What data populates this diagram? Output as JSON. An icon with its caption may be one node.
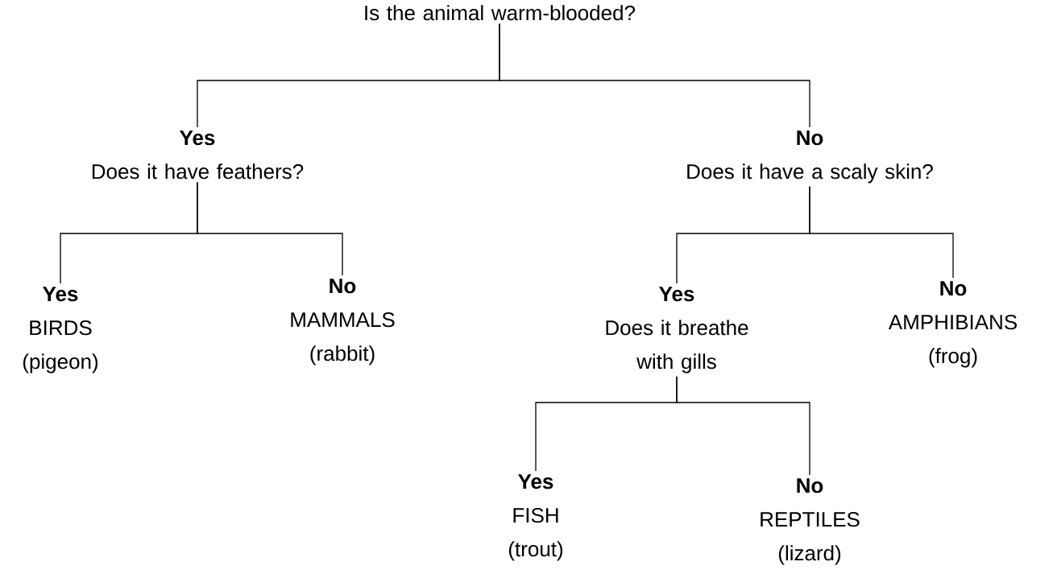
{
  "diagram": {
    "nodes": [
      {
        "text": [
          "Is the animal warm-blooded?"
        ]
      },
      {
        "text": [
          "Yes",
          "Does it have feathers?"
        ]
      },
      {
        "text": [
          "No",
          "Does it have a scaly skin?"
        ]
      },
      {
        "text": [
          "Yes",
          "BIRDS (pigeon)"
        ]
      },
      {
        "text": [
          "No",
          "MAMMALS (rabbit)"
        ]
      },
      {
        "text": [
          "Yes",
          "Does it breathe with gills"
        ]
      },
      {
        "text": [
          "No",
          "AMPHIBIANS (frog)"
        ]
      },
      {
        "text": [
          "Yes",
          "FISH (trout)"
        ]
      },
      {
        "text": [
          "No",
          "REPTILES (lizard)"
        ]
      }
    ],
    "edges": [
      {
        "from": 0,
        "to": 1,
        "arrow": "none"
      },
      {
        "from": 0,
        "to": 2,
        "arrow": "none"
      },
      {
        "from": 1,
        "to": 3,
        "arrow": "none"
      },
      {
        "from": 1,
        "to": 4,
        "arrow": "none"
      },
      {
        "from": 2,
        "to": 5,
        "arrow": "none"
      },
      {
        "from": 2,
        "to": 6,
        "arrow": "none"
      },
      {
        "from": 5,
        "to": 7,
        "arrow": "none"
      },
      {
        "from": 5,
        "to": 8,
        "arrow": "none"
      }
    ]
  }
}
